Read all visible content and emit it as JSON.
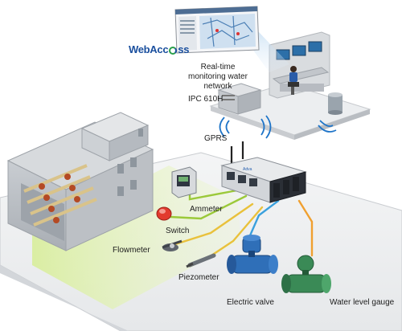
{
  "logo": {
    "left_text": "WebAcc",
    "right_text": "ss"
  },
  "labels": {
    "monitoring": "Real-time\nmonitoring water\nnetwork",
    "ipc": "IPC 610H",
    "gprs": "GPRS",
    "ammeter": "Ammeter",
    "switch": "Switch",
    "flowmeter": "Flowmeter",
    "piezometer": "Piezometer",
    "electric_valve": "Electric valve",
    "water_level_gauge": "Water level gauge"
  },
  "device": {
    "brand": "Adva"
  },
  "colors": {
    "wire_green": "#9bc93a",
    "wire_yellow": "#e9c13b",
    "wire_blue": "#3aa0dd",
    "wire_orange": "#f0a030",
    "valve_blue": "#2f6fb8",
    "gauge_green": "#3a8a56"
  }
}
